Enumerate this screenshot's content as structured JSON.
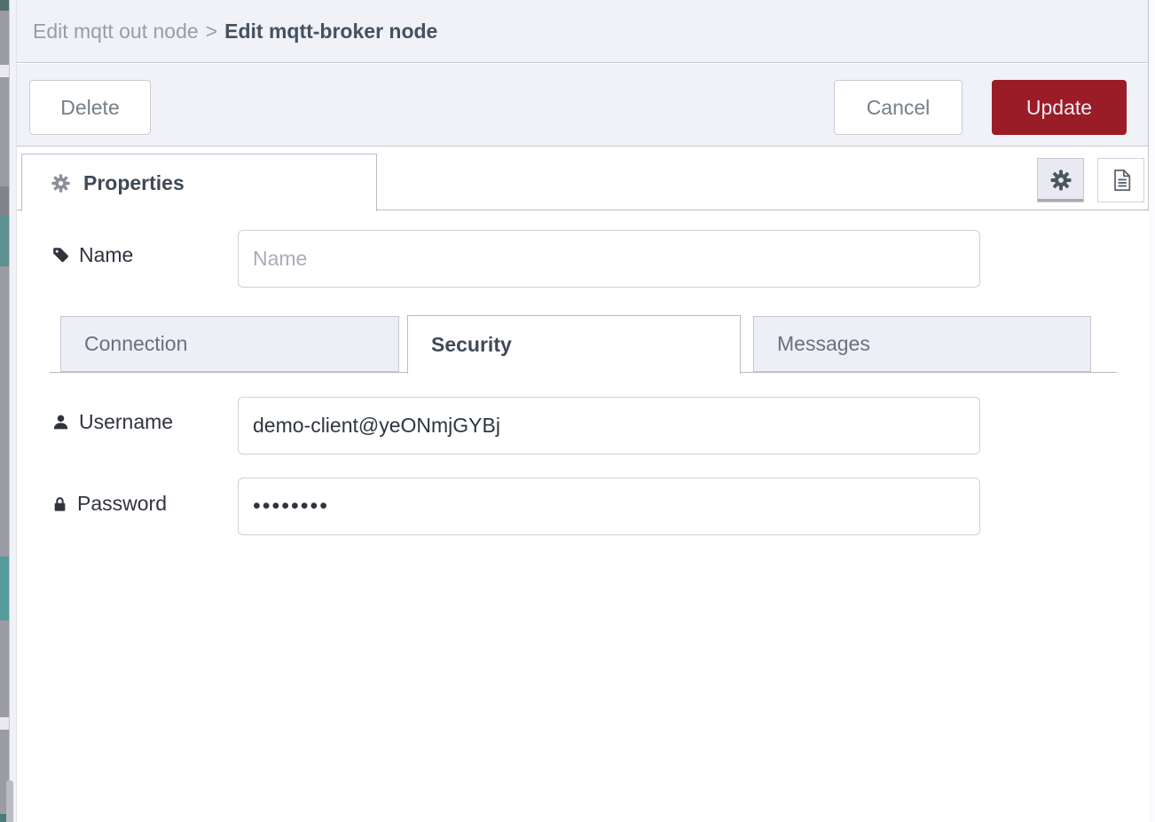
{
  "breadcrumb": {
    "parent": "Edit mqtt out node",
    "separator": ">",
    "current": "Edit mqtt-broker node"
  },
  "toolbar": {
    "delete_label": "Delete",
    "cancel_label": "Cancel",
    "update_label": "Update"
  },
  "tab_bar": {
    "properties_label": "Properties",
    "icons": [
      "gear-icon",
      "settings-gear-icon",
      "doc-icon"
    ]
  },
  "form": {
    "name": {
      "label": "Name",
      "placeholder": "Name",
      "value": "",
      "icon": "tag-icon"
    },
    "subtabs": [
      {
        "label": "Connection",
        "active": false
      },
      {
        "label": "Security",
        "active": true
      },
      {
        "label": "Messages",
        "active": false
      }
    ],
    "username": {
      "label": "Username",
      "value": "demo-client@yeONmjGYBj",
      "icon": "user-icon"
    },
    "password": {
      "label": "Password",
      "masked_value": "••••••••",
      "icon": "lock-icon"
    }
  },
  "colors": {
    "update_button_bg": "#9a1c26",
    "header_bg": "#f1f1f8",
    "active_text": "#3e4a56",
    "inactive_tab_bg": "#eeeef7"
  }
}
